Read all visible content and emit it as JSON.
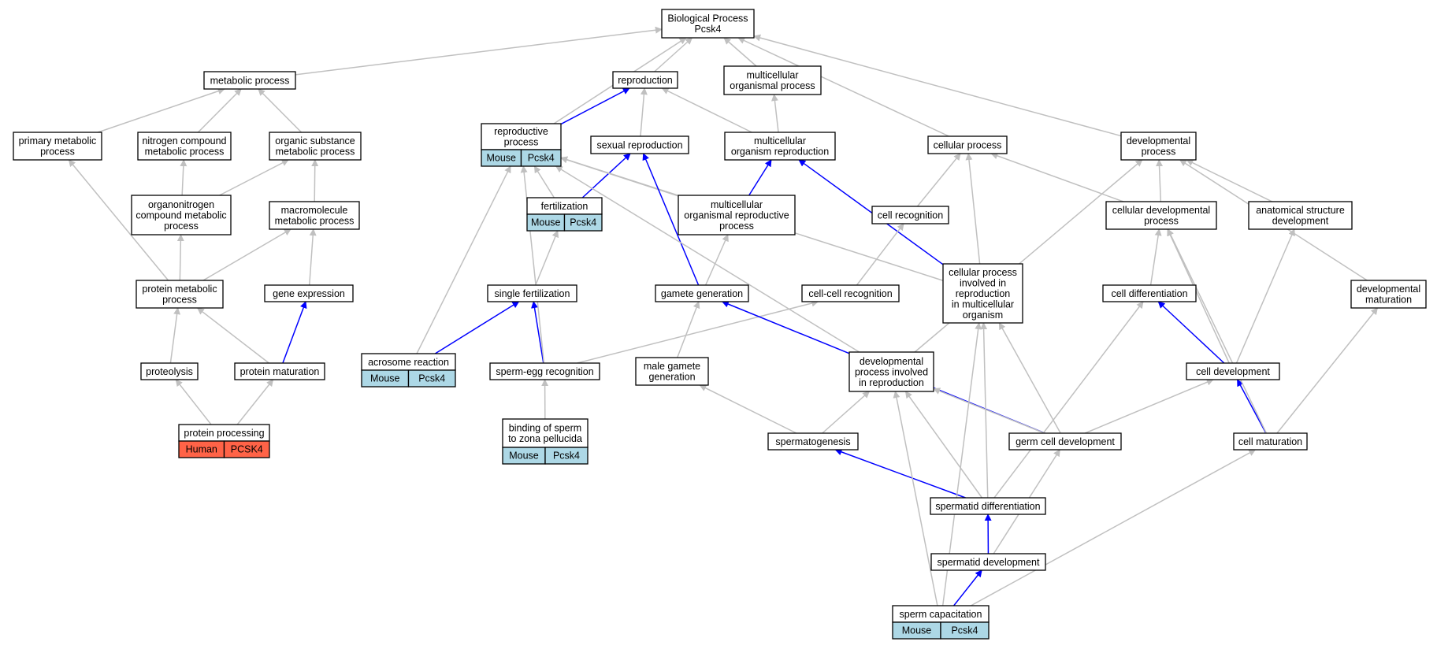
{
  "colors": {
    "gray_edge": "#c0c0c0",
    "blue_edge": "#0000ff",
    "mouse_cell": "#add8e6",
    "human_cell": "#ff6347",
    "node_border": "#000000"
  },
  "nodes": {
    "root": {
      "lines": [
        "Biological Process",
        "Pcsk4"
      ]
    },
    "metabolic": {
      "lines": [
        "metabolic process"
      ]
    },
    "reproduction": {
      "lines": [
        "reproduction"
      ]
    },
    "multicellular_organismal": {
      "lines": [
        "multicellular",
        "organismal process"
      ]
    },
    "primary_metabolic": {
      "lines": [
        "primary metabolic",
        "process"
      ]
    },
    "nitrogen_compound": {
      "lines": [
        "nitrogen compound",
        "metabolic process"
      ]
    },
    "organic_substance": {
      "lines": [
        "organic substance",
        "metabolic process"
      ]
    },
    "reproductive_process": {
      "lines": [
        "reproductive",
        "process"
      ],
      "species": [
        "Mouse",
        "Pcsk4"
      ]
    },
    "sexual_reproduction": {
      "lines": [
        "sexual reproduction"
      ]
    },
    "multicellular_organism_reproduction": {
      "lines": [
        "multicellular",
        "organism reproduction"
      ]
    },
    "cellular_process": {
      "lines": [
        "cellular process"
      ]
    },
    "developmental_process": {
      "lines": [
        "developmental",
        "process"
      ]
    },
    "organonitrogen": {
      "lines": [
        "organonitrogen",
        "compound metabolic",
        "process"
      ]
    },
    "macromolecule": {
      "lines": [
        "macromolecule",
        "metabolic process"
      ]
    },
    "fertilization": {
      "lines": [
        "fertilization"
      ],
      "species": [
        "Mouse",
        "Pcsk4"
      ]
    },
    "multicellular_organismal_reproductive": {
      "lines": [
        "multicellular",
        "organismal reproductive",
        "process"
      ]
    },
    "cell_recognition": {
      "lines": [
        "cell recognition"
      ]
    },
    "cellular_developmental": {
      "lines": [
        "cellular developmental",
        "process"
      ]
    },
    "anatomical_structure": {
      "lines": [
        "anatomical structure",
        "development"
      ]
    },
    "protein_metabolic": {
      "lines": [
        "protein metabolic",
        "process"
      ]
    },
    "gene_expression": {
      "lines": [
        "gene expression"
      ]
    },
    "single_fertilization": {
      "lines": [
        "single fertilization"
      ]
    },
    "gamete_generation": {
      "lines": [
        "gamete generation"
      ]
    },
    "cell_cell_recognition": {
      "lines": [
        "cell-cell recognition"
      ]
    },
    "cellular_process_multicellular": {
      "lines": [
        "cellular process",
        "involved in",
        "reproduction",
        "in multicellular",
        "organism"
      ]
    },
    "cell_differentiation": {
      "lines": [
        "cell differentiation"
      ]
    },
    "developmental_maturation": {
      "lines": [
        "developmental",
        "maturation"
      ]
    },
    "proteolysis": {
      "lines": [
        "proteolysis"
      ]
    },
    "protein_maturation": {
      "lines": [
        "protein maturation"
      ]
    },
    "acrosome_reaction": {
      "lines": [
        "acrosome reaction"
      ],
      "species": [
        "Mouse",
        "Pcsk4"
      ]
    },
    "sperm_egg": {
      "lines": [
        "sperm-egg recognition"
      ]
    },
    "male_gamete": {
      "lines": [
        "male gamete",
        "generation"
      ]
    },
    "developmental_reproduction": {
      "lines": [
        "developmental",
        "process involved",
        "in reproduction"
      ]
    },
    "cell_development": {
      "lines": [
        "cell development"
      ]
    },
    "protein_processing": {
      "lines": [
        "protein processing"
      ],
      "species": [
        "Human",
        "PCSK4"
      ]
    },
    "binding_sperm": {
      "lines": [
        "binding of sperm",
        "to zona pellucida"
      ],
      "species": [
        "Mouse",
        "Pcsk4"
      ]
    },
    "spermatogenesis": {
      "lines": [
        "spermatogenesis"
      ]
    },
    "germ_cell_development": {
      "lines": [
        "germ cell development"
      ]
    },
    "cell_maturation": {
      "lines": [
        "cell maturation"
      ]
    },
    "spermatid_differentiation": {
      "lines": [
        "spermatid differentiation"
      ]
    },
    "spermatid_development": {
      "lines": [
        "spermatid development"
      ]
    },
    "sperm_capacitation": {
      "lines": [
        "sperm capacitation"
      ],
      "species": [
        "Mouse",
        "Pcsk4"
      ]
    }
  },
  "edges": [
    [
      "metabolic",
      "root",
      "gray"
    ],
    [
      "reproduction",
      "root",
      "gray"
    ],
    [
      "multicellular_organismal",
      "root",
      "gray"
    ],
    [
      "reproductive_process",
      "root",
      "gray"
    ],
    [
      "cellular_process",
      "root",
      "gray"
    ],
    [
      "developmental_process",
      "root",
      "gray"
    ],
    [
      "primary_metabolic",
      "metabolic",
      "gray"
    ],
    [
      "nitrogen_compound",
      "metabolic",
      "gray"
    ],
    [
      "organic_substance",
      "metabolic",
      "gray"
    ],
    [
      "reproductive_process",
      "reproduction",
      "blue"
    ],
    [
      "sexual_reproduction",
      "reproduction",
      "gray"
    ],
    [
      "multicellular_organism_reproduction",
      "reproduction",
      "gray"
    ],
    [
      "multicellular_organism_reproduction",
      "multicellular_organismal",
      "gray"
    ],
    [
      "organonitrogen",
      "nitrogen_compound",
      "gray"
    ],
    [
      "organonitrogen",
      "organic_substance",
      "gray"
    ],
    [
      "macromolecule",
      "organic_substance",
      "gray"
    ],
    [
      "protein_metabolic",
      "primary_metabolic",
      "gray"
    ],
    [
      "protein_metabolic",
      "organonitrogen",
      "gray"
    ],
    [
      "protein_metabolic",
      "macromolecule",
      "gray"
    ],
    [
      "gene_expression",
      "macromolecule",
      "gray"
    ],
    [
      "proteolysis",
      "protein_metabolic",
      "gray"
    ],
    [
      "protein_maturation",
      "protein_metabolic",
      "gray"
    ],
    [
      "protein_maturation",
      "gene_expression",
      "blue"
    ],
    [
      "protein_processing",
      "proteolysis",
      "gray"
    ],
    [
      "protein_processing",
      "protein_maturation",
      "gray"
    ],
    [
      "fertilization",
      "sexual_reproduction",
      "blue"
    ],
    [
      "fertilization",
      "reproductive_process",
      "gray"
    ],
    [
      "multicellular_organismal_reproductive",
      "multicellular_organism_reproduction",
      "blue"
    ],
    [
      "multicellular_organismal_reproductive",
      "reproductive_process",
      "gray"
    ],
    [
      "cellular_process_multicellular",
      "multicellular_organism_reproduction",
      "blue"
    ],
    [
      "cellular_process_multicellular",
      "cellular_process",
      "gray"
    ],
    [
      "cellular_process_multicellular",
      "reproductive_process",
      "gray"
    ],
    [
      "cell_recognition",
      "cellular_process",
      "gray"
    ],
    [
      "cellular_developmental",
      "cellular_process",
      "gray"
    ],
    [
      "cellular_developmental",
      "developmental_process",
      "gray"
    ],
    [
      "anatomical_structure",
      "developmental_process",
      "gray"
    ],
    [
      "developmental_maturation",
      "developmental_process",
      "gray"
    ],
    [
      "single_fertilization",
      "fertilization",
      "gray"
    ],
    [
      "gamete_generation",
      "sexual_reproduction",
      "blue"
    ],
    [
      "gamete_generation",
      "multicellular_organismal_reproductive",
      "gray"
    ],
    [
      "cell_cell_recognition",
      "cell_recognition",
      "gray"
    ],
    [
      "cell_differentiation",
      "cellular_developmental",
      "gray"
    ],
    [
      "acrosome_reaction",
      "reproductive_process",
      "gray"
    ],
    [
      "acrosome_reaction",
      "single_fertilization",
      "blue"
    ],
    [
      "sperm_egg",
      "single_fertilization",
      "blue"
    ],
    [
      "sperm_egg",
      "reproductive_process",
      "gray"
    ],
    [
      "sperm_egg",
      "cell_cell_recognition",
      "gray"
    ],
    [
      "binding_sperm",
      "sperm_egg",
      "gray"
    ],
    [
      "male_gamete",
      "gamete_generation",
      "gray"
    ],
    [
      "developmental_reproduction",
      "developmental_process",
      "gray"
    ],
    [
      "developmental_reproduction",
      "reproductive_process",
      "gray"
    ],
    [
      "cell_development",
      "cell_differentiation",
      "blue"
    ],
    [
      "cell_development",
      "cellular_developmental",
      "gray"
    ],
    [
      "cell_development",
      "anatomical_structure",
      "gray"
    ],
    [
      "spermatogenesis",
      "male_gamete",
      "gray"
    ],
    [
      "spermatogenesis",
      "developmental_reproduction",
      "gray"
    ],
    [
      "germ_cell_development",
      "gamete_generation",
      "blue"
    ],
    [
      "germ_cell_development",
      "cellular_process_multicellular",
      "gray"
    ],
    [
      "germ_cell_development",
      "developmental_reproduction",
      "gray"
    ],
    [
      "germ_cell_development",
      "cell_development",
      "gray"
    ],
    [
      "cell_maturation",
      "cell_development",
      "blue"
    ],
    [
      "cell_maturation",
      "developmental_maturation",
      "gray"
    ],
    [
      "cell_maturation",
      "cellular_developmental",
      "gray"
    ],
    [
      "spermatid_differentiation",
      "spermatogenesis",
      "blue"
    ],
    [
      "spermatid_differentiation",
      "cellular_process_multicellular",
      "gray"
    ],
    [
      "spermatid_differentiation",
      "developmental_reproduction",
      "gray"
    ],
    [
      "spermatid_differentiation",
      "cell_differentiation",
      "gray"
    ],
    [
      "spermatid_development",
      "spermatid_differentiation",
      "blue"
    ],
    [
      "spermatid_development",
      "germ_cell_development",
      "gray"
    ],
    [
      "sperm_capacitation",
      "spermatid_development",
      "blue"
    ],
    [
      "sperm_capacitation",
      "cell_maturation",
      "gray"
    ],
    [
      "sperm_capacitation",
      "developmental_reproduction",
      "gray"
    ],
    [
      "sperm_capacitation",
      "cellular_process_multicellular",
      "gray"
    ]
  ]
}
